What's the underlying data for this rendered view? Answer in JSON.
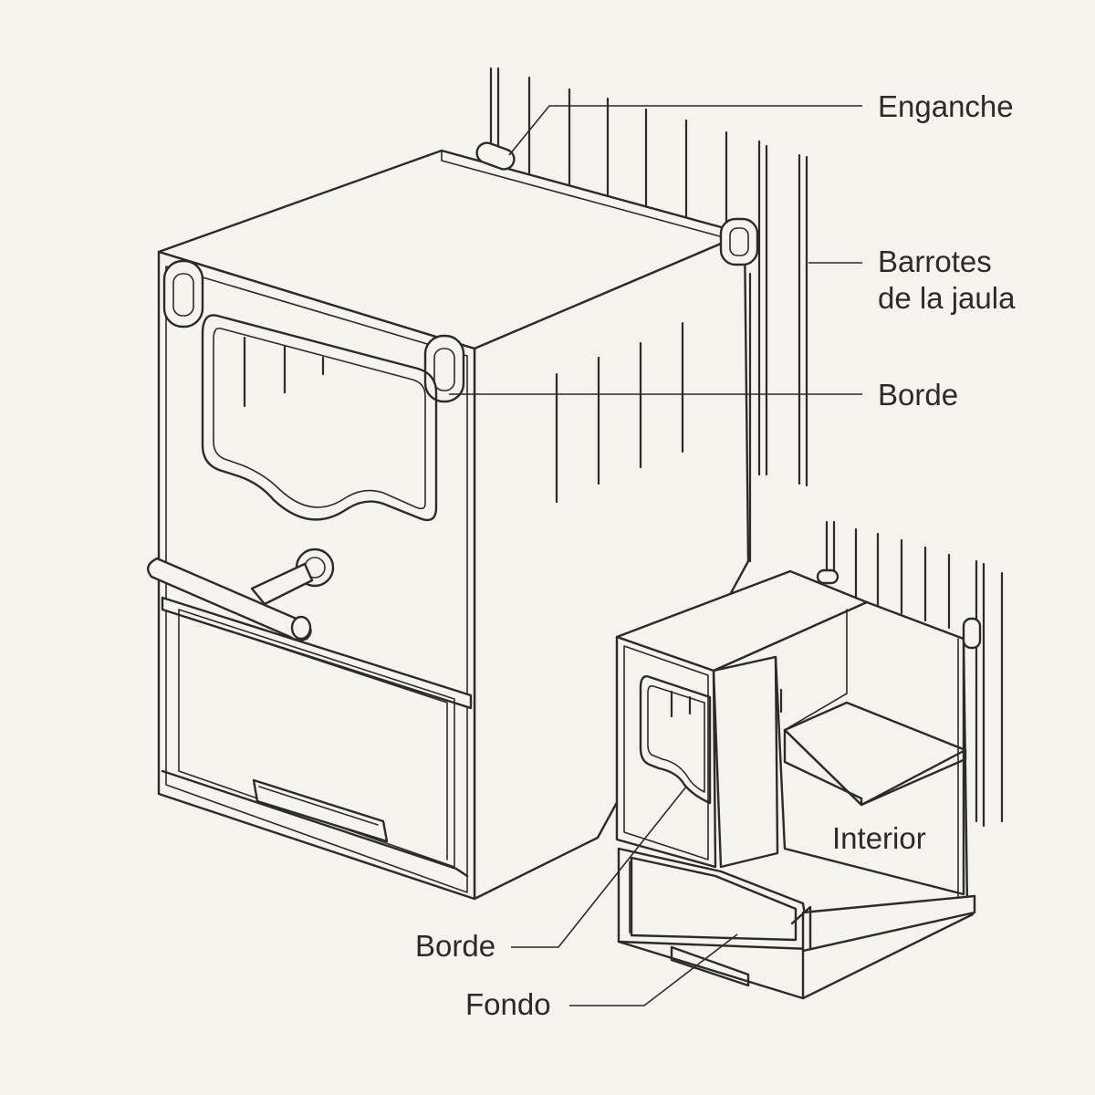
{
  "labels": {
    "enganche": "Enganche",
    "barrotes_line1": "Barrotes",
    "barrotes_line2": "de la jaula",
    "borde_top": "Borde",
    "interior": "Interior",
    "borde_bottom": "Borde",
    "fondo": "Fondo"
  },
  "colors": {
    "background": "#f4f3ee",
    "ink": "#2b2b2b"
  }
}
